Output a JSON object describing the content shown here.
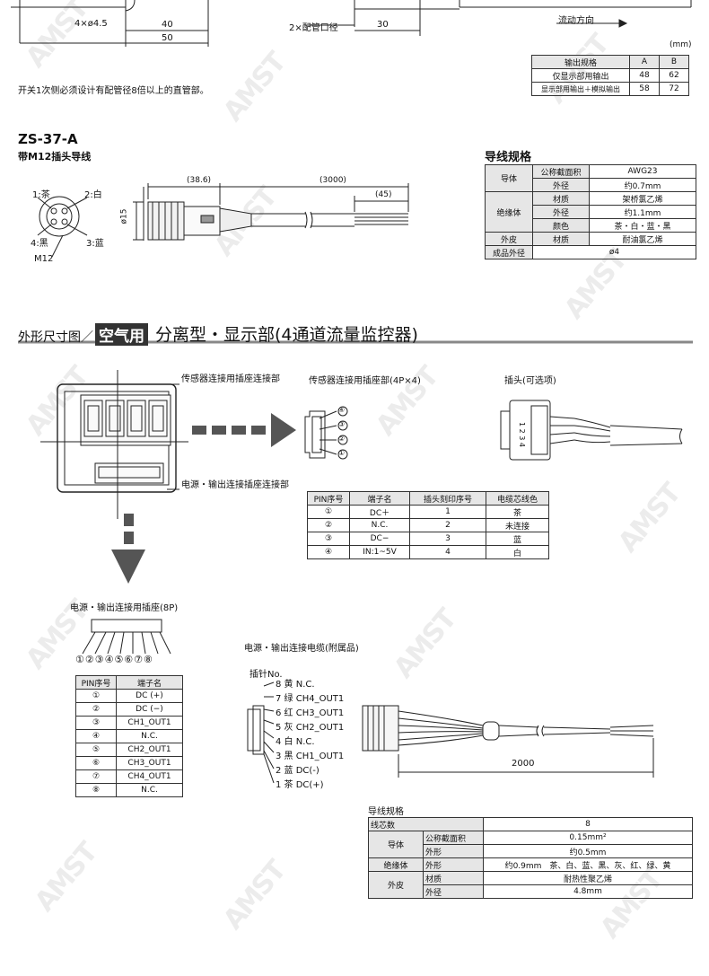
{
  "watermark": "AMST",
  "top": {
    "dim_holes": "4×ø4.5",
    "dim_40": "40",
    "dim_50": "50",
    "dim_port": "2×配管口径",
    "dim_30": "30",
    "flow_direction": "流动方向",
    "note": "开关1次侧必须设计有配管径8倍以上的直管部。",
    "unit": "(mm)",
    "output_table": {
      "headers": [
        "输出规格",
        "A",
        "B"
      ],
      "rows": [
        [
          "仅显示部用输出",
          "48",
          "62"
        ],
        [
          "显示部用输出＋模拟输出",
          "58",
          "72"
        ]
      ]
    }
  },
  "zs37": {
    "model": "ZS-37-A",
    "subtitle": "带M12插头导线",
    "pin1": "1:茶",
    "pin2": "2:白",
    "pin4": "4:黑",
    "pin3": "3:蓝",
    "m12": "M12",
    "dim_386": "(38.6)",
    "dim_3000": "(3000)",
    "dim_45": "(45)",
    "dim_d15": "ø15",
    "wire_title": "导线规格",
    "wire_table": {
      "conductor": "导体",
      "insulator": "绝缘体",
      "sheath": "外皮",
      "outer": "成品外径",
      "cross": "公称截面积",
      "awg": "AWG23",
      "od": "外径",
      "od_val": "约0.7mm",
      "material": "材质",
      "ins_mat": "架桥氯乙烯",
      "ins_od": "约1.1mm",
      "color": "颜色",
      "color_val": "茶・白・蓝・黑",
      "sheath_mat": "耐油氯乙烯",
      "outer_val": "ø4"
    }
  },
  "section": {
    "prefix": "外形尺寸图／",
    "badge": "空气用",
    "title": "分离型・显示部(4通道流量监控器)"
  },
  "display": {
    "sensor_conn_label": "传感器连接用插座连接部",
    "power_conn_label": "电源・输出连接插座连接部",
    "sensor_part_title": "传感器连接用插座部(4P×4)",
    "plug_title": "插头(可选项)",
    "plug_numbers": "1 2 3 4",
    "circ_nums": [
      "④",
      "③",
      "②",
      "①"
    ],
    "pin_table": {
      "headers": [
        "PIN序号",
        "端子名",
        "插头刻印序号",
        "电缆芯线色"
      ],
      "rows": [
        [
          "①",
          "DC＋",
          "1",
          "茶"
        ],
        [
          "②",
          "N.C.",
          "2",
          "未连接"
        ],
        [
          "③",
          "DC−",
          "3",
          "蓝"
        ],
        [
          "④",
          "IN:1~5V",
          "4",
          "白"
        ]
      ]
    }
  },
  "power": {
    "socket_title": "电源・输出连接用插座(8P)",
    "socket_nums": "①②③④⑤⑥⑦⑧",
    "pin_table": {
      "headers": [
        "PIN序号",
        "端子名"
      ],
      "rows": [
        [
          "①",
          "DC (+)"
        ],
        [
          "②",
          "DC (−)"
        ],
        [
          "③",
          "CH1_OUT1"
        ],
        [
          "④",
          "N.C."
        ],
        [
          "⑤",
          "CH2_OUT1"
        ],
        [
          "⑥",
          "CH3_OUT1"
        ],
        [
          "⑦",
          "CH4_OUT1"
        ],
        [
          "⑧",
          "N.C."
        ]
      ]
    },
    "cable_title": "电源・输出连接电缆(附属品)",
    "pin_no": "插针No.",
    "pins": [
      "8 黄 N.C.",
      "7 绿 CH4_OUT1",
      "6 红 CH3_OUT1",
      "5 灰 CH2_OUT1",
      "4 白 N.C.",
      "3 黑 CH1_OUT1",
      "2 蓝 DC(-)",
      "1 茶 DC(+)"
    ],
    "dim_2000": "2000",
    "wire_title": "导线规格",
    "wire_table": {
      "cores": "线芯数",
      "cores_val": "8",
      "conductor": "导体",
      "cross": "公称截面积",
      "cross_val": "0.15mm²",
      "shape": "外形",
      "shape_val": "约0.5mm",
      "insulator": "绝缘体",
      "ins_shape": "外形",
      "ins_val": "约0.9mm　茶、白、蓝、黑、灰、红、绿、黄",
      "sheath": "外皮",
      "material": "材质",
      "mat_val": "耐热性聚乙烯",
      "od": "外径",
      "od_val": "4.8mm"
    }
  }
}
